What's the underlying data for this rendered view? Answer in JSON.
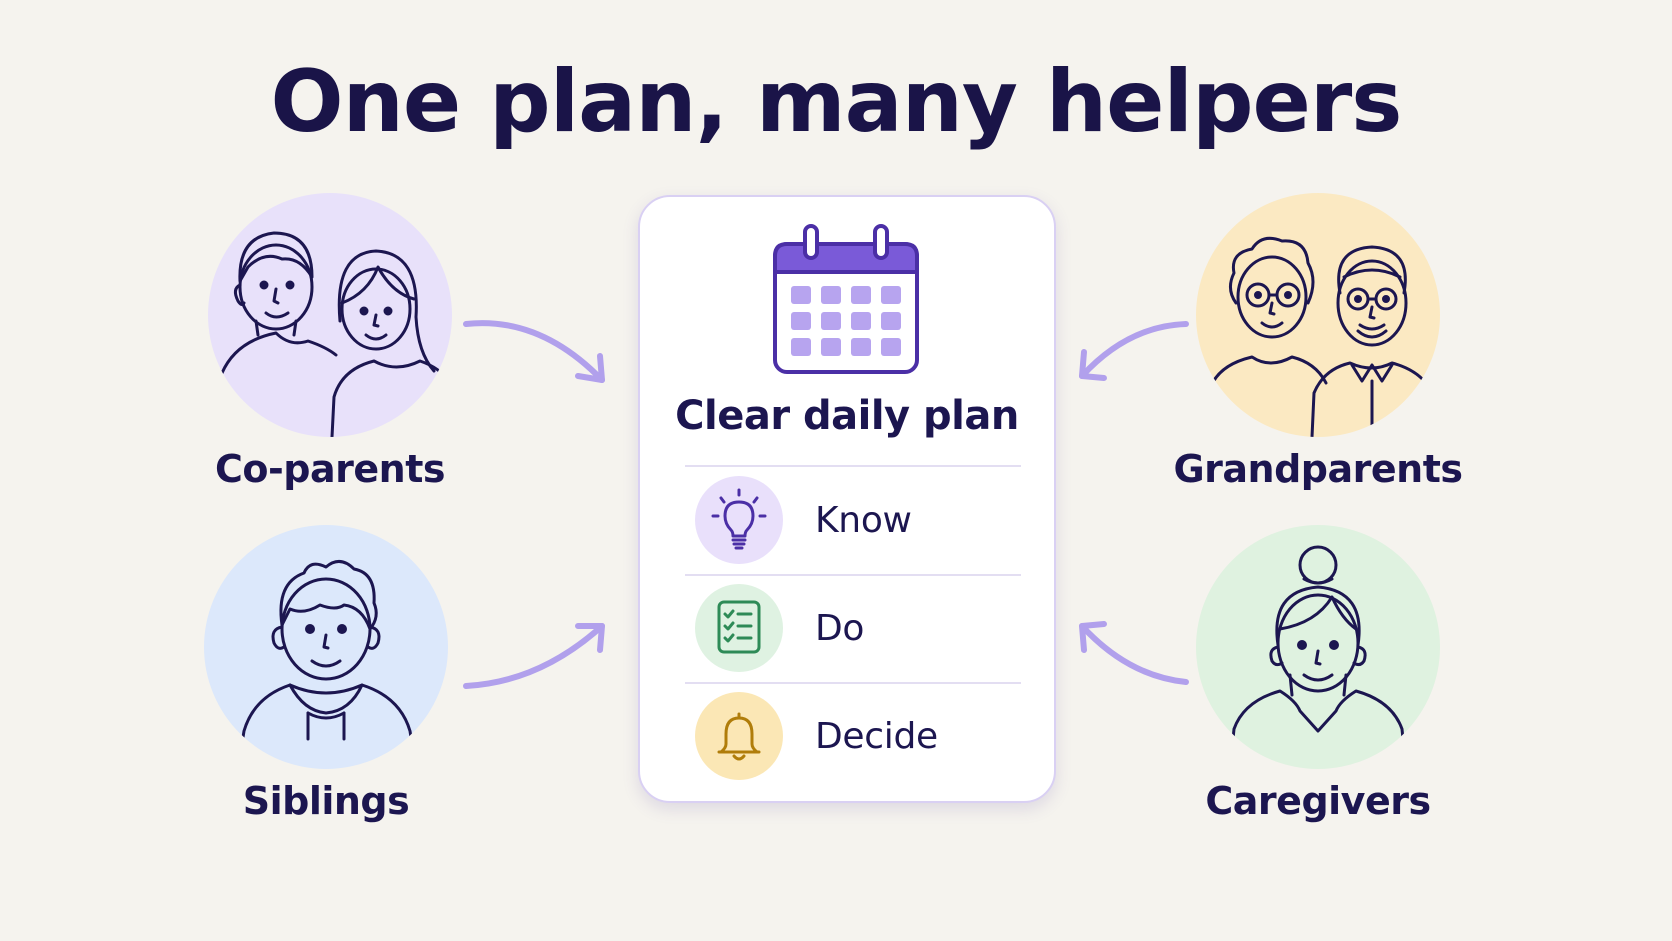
{
  "title": "One plan, many helpers",
  "center_card": {
    "icon": "calendar-icon",
    "title": "Clear daily plan",
    "steps": [
      {
        "label": "Know",
        "icon": "lightbulb-icon",
        "color": "#e9e0fb"
      },
      {
        "label": "Do",
        "icon": "checklist-icon",
        "color": "#dff2e2"
      },
      {
        "label": "Decide",
        "icon": "bell-icon",
        "color": "#fbe7b5"
      }
    ]
  },
  "helpers": [
    {
      "label": "Co-parents",
      "icon": "co-parents-avatar",
      "color": "#e8e1fa"
    },
    {
      "label": "Grandparents",
      "icon": "grandparents-avatar",
      "color": "#fbe9c2"
    },
    {
      "label": "Siblings",
      "icon": "sibling-avatar",
      "color": "#dce8fb"
    },
    {
      "label": "Caregivers",
      "icon": "caregiver-avatar",
      "color": "#dff2e0"
    }
  ],
  "colors": {
    "accent": "#7a5ad8",
    "arrow": "#b1a0ec",
    "text": "#1c1650",
    "background": "#f5f3ee"
  }
}
